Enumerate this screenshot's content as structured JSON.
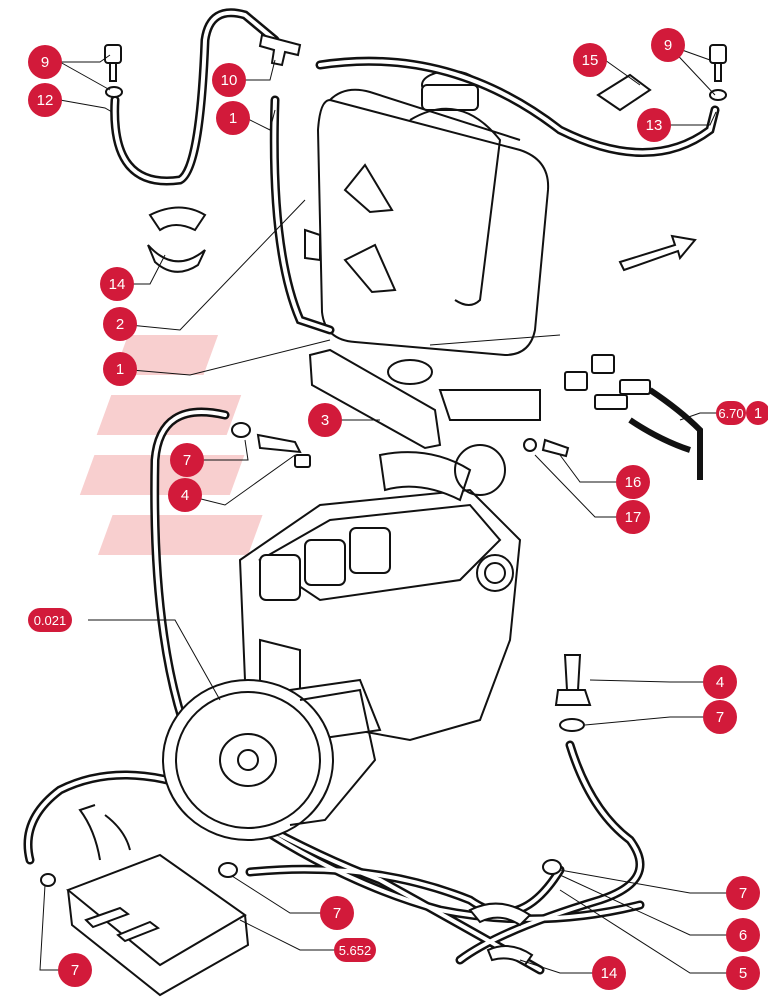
{
  "callouts": [
    {
      "id": "c9a",
      "label": "9"
    },
    {
      "id": "c12",
      "label": "12"
    },
    {
      "id": "c10",
      "label": "10"
    },
    {
      "id": "c1a",
      "label": "1"
    },
    {
      "id": "c14a",
      "label": "14"
    },
    {
      "id": "c2",
      "label": "2"
    },
    {
      "id": "c1b",
      "label": "1"
    },
    {
      "id": "c15",
      "label": "15"
    },
    {
      "id": "c9b",
      "label": "9"
    },
    {
      "id": "c13",
      "label": "13"
    },
    {
      "id": "c3",
      "label": "3"
    },
    {
      "id": "c7a",
      "label": "7"
    },
    {
      "id": "c4a",
      "label": "4"
    },
    {
      "id": "c16",
      "label": "16"
    },
    {
      "id": "c17",
      "label": "17"
    },
    {
      "id": "c1c",
      "label": "1"
    },
    {
      "id": "c4b",
      "label": "4"
    },
    {
      "id": "c7b",
      "label": "7"
    },
    {
      "id": "c7c",
      "label": "7"
    },
    {
      "id": "c6",
      "label": "6"
    },
    {
      "id": "c5",
      "label": "5"
    },
    {
      "id": "c7d",
      "label": "7"
    },
    {
      "id": "c14b",
      "label": "14"
    },
    {
      "id": "c7e",
      "label": "7"
    }
  ],
  "references": {
    "ref_670": "6.70",
    "ref_0021": "0.021",
    "ref_5652": "5.652"
  },
  "colors": {
    "callout_fill": "#d21a3a",
    "line": "#111111",
    "watermark": "#f3a9a9"
  }
}
